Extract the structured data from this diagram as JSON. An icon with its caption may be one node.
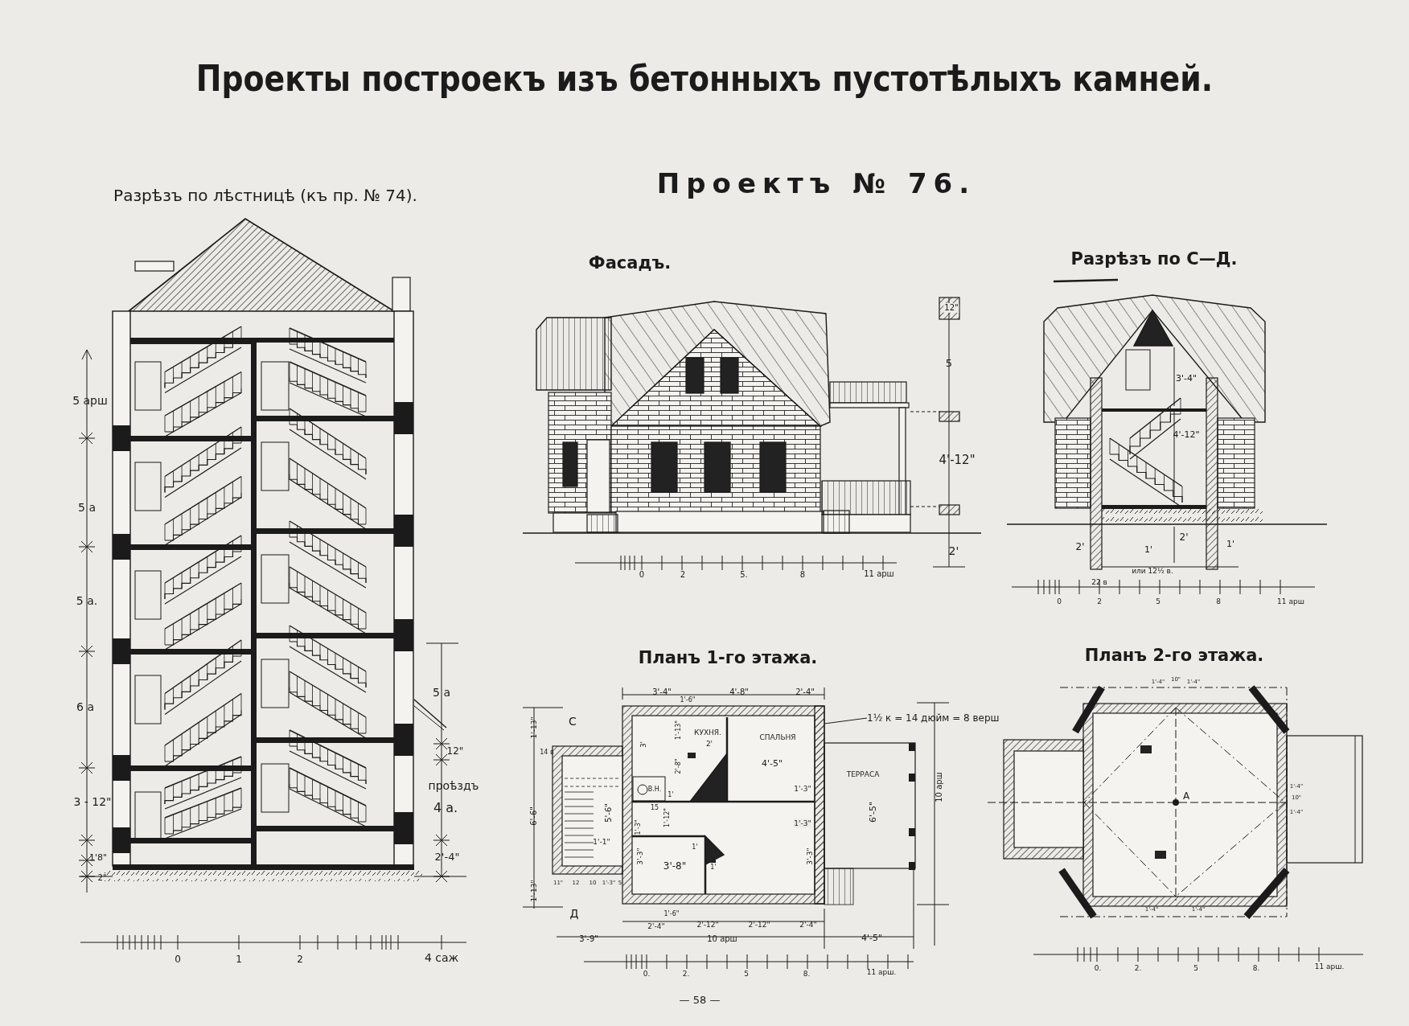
{
  "diagram": {
    "title": "Проекты построекъ изъ бетонныхъ пустотѣлыхъ камней.",
    "nodes": [
      {
        "text": [
          "1½ к = 14 дюйм = 8 верш"
        ]
      },
      {
        "text": [],
        "shape": "box"
      }
    ],
    "edges": [
      {
        "from": 0,
        "to": 1,
        "arrow": "none"
      }
    ],
    "labels": [
      "Разрѣзъ по лѣстницѣ (къ пр. № 74).",
      "Проектъ № 76.",
      "Фасадъ.",
      "Разрѣзъ по С—Д.",
      "Планъ 1-го этажа.",
      "Планъ 2-го этажа.",
      "5 арш",
      "5 а",
      "5 а.",
      "6 а",
      "3 - 12\"",
      "1'8\"",
      "2\"",
      "5 а",
      "12\"",
      "проѣздъ",
      "4 а.",
      "2'-4\"",
      "0",
      "1",
      "2",
      "4 саж",
      "12\"",
      "5",
      "4'-12\"",
      "2'",
      "0",
      "2",
      "5.",
      "8",
      "11 арш",
      "3'-4\"",
      "4'-12\"",
      "2'",
      "1'",
      "2'",
      "1'",
      "или 12½ в.",
      "22 в",
      "0",
      "2",
      "5",
      "8",
      "11 арш",
      "3'-4\"",
      "1'-6\"",
      "4'-8\"",
      "2'-4\"",
      "С",
      "1'-13\"",
      "14 в",
      "3'",
      "1'-13\"",
      "КУХНЯ.",
      "2'",
      "СПАЛЬНЯ",
      "4'-5\"",
      "2'-8\"",
      "1'",
      "В.Н.",
      "1'-3\"",
      "15",
      "1'-12\"",
      "1'-3\"",
      "6'-6\"",
      "5'-6\"",
      "1'-1\"",
      "1'-3\"",
      "ТЕРРАСА",
      "6'-5\"",
      "10 арш",
      "3'-3\"",
      "3'-8\"",
      "1'",
      "1'",
      "3'-3\"",
      "1'-13\"",
      "11\"",
      "12",
      "10",
      "1'-3\"",
      "5",
      "Д",
      "1'-6\"",
      "2'-4\"",
      "2'-12\"",
      "2'-12\"",
      "2'-4\"",
      "3'-9\"",
      "10 арш",
      "4'-5\"",
      "0.",
      "2.",
      "5",
      "8.",
      "11 арш.",
      "1'-4\"",
      "10\"",
      "1'-4\"",
      "А",
      "1'-4\"",
      "10\"",
      "1'-4\"",
      "1'-4\"",
      "1'-4\"",
      "0.",
      "2.",
      "5",
      "8.",
      "11 арш.",
      "— 58 —"
    ]
  }
}
